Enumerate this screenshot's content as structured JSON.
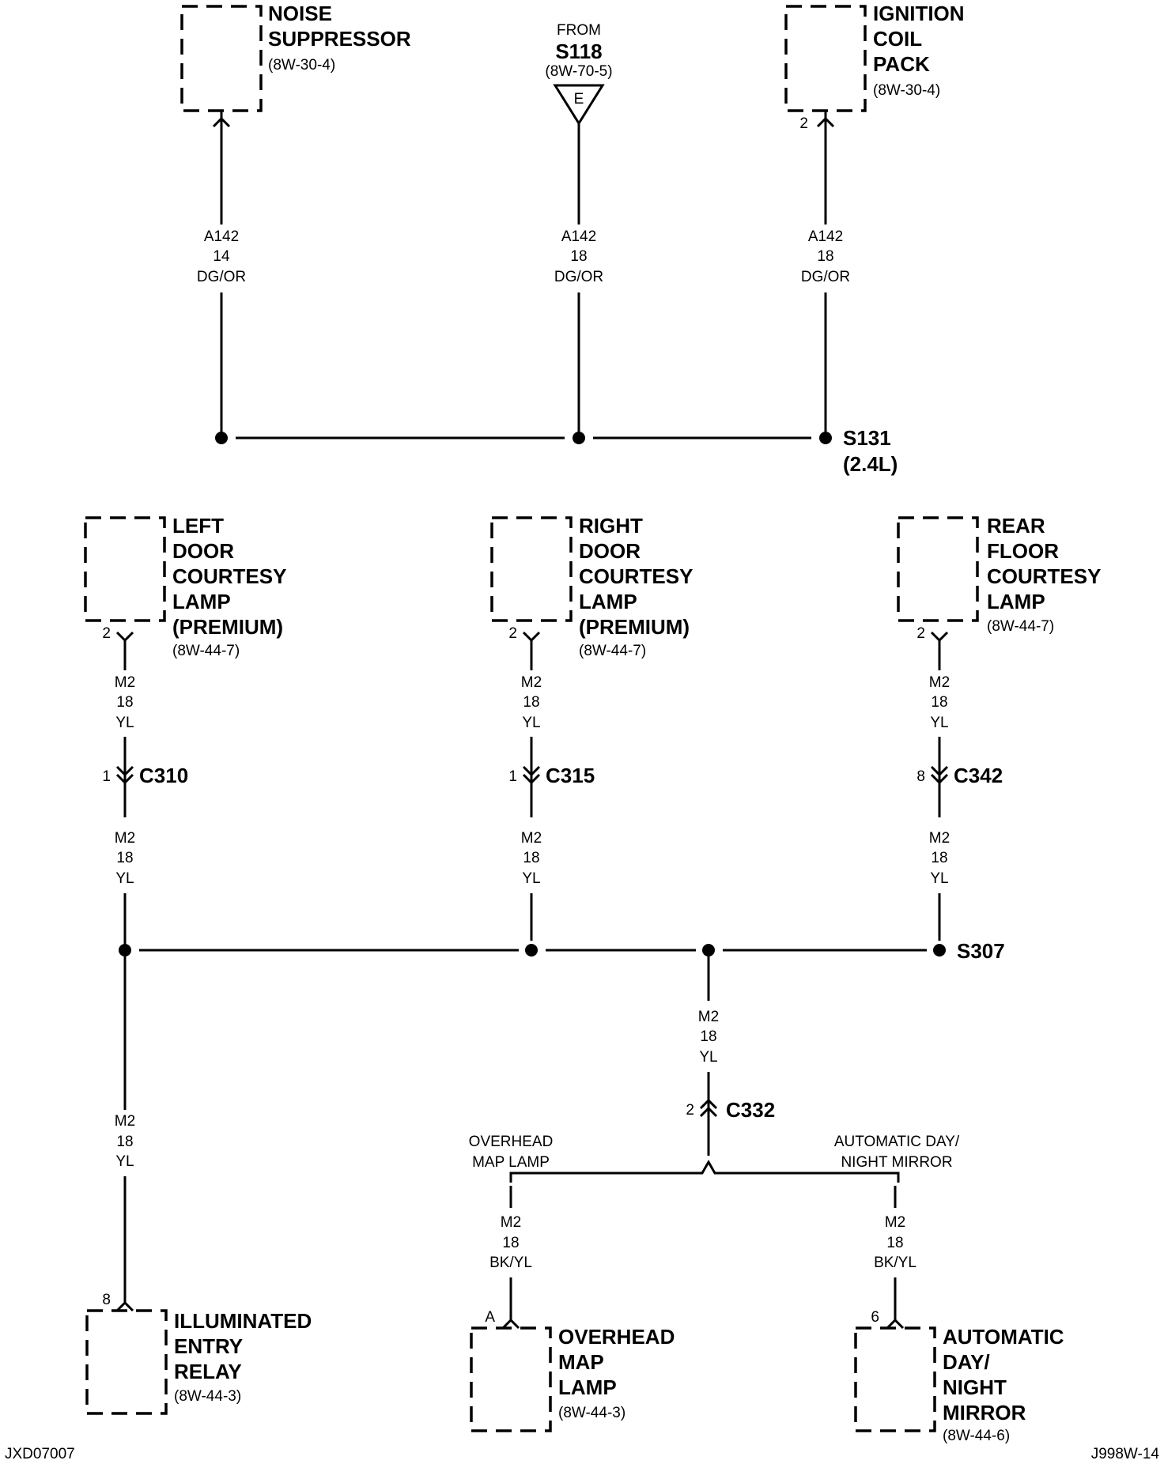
{
  "components": {
    "noise_suppressor": {
      "lines": [
        "NOISE",
        "SUPPRESSOR"
      ],
      "ref": "(8W-30-4)"
    },
    "ignition_coil_pack": {
      "lines": [
        "IGNITION",
        "COIL",
        "PACK"
      ],
      "ref": "(8W-30-4)",
      "pin": "2"
    },
    "left_door_lamp": {
      "lines": [
        "LEFT",
        "DOOR",
        "COURTESY",
        "LAMP",
        "(PREMIUM)"
      ],
      "ref": "(8W-44-7)",
      "pin": "2"
    },
    "right_door_lamp": {
      "lines": [
        "RIGHT",
        "DOOR",
        "COURTESY",
        "LAMP",
        "(PREMIUM)"
      ],
      "ref": "(8W-44-7)",
      "pin": "2"
    },
    "rear_floor_lamp": {
      "lines": [
        "REAR",
        "FLOOR",
        "COURTESY",
        "LAMP"
      ],
      "ref": "(8W-44-7)",
      "pin": "2"
    },
    "illuminated_entry_relay": {
      "lines": [
        "ILLUMINATED",
        "ENTRY",
        "RELAY"
      ],
      "ref": "(8W-44-3)",
      "pin": "8"
    },
    "overhead_map_lamp": {
      "lines": [
        "OVERHEAD",
        "MAP",
        "LAMP"
      ],
      "ref": "(8W-44-3)",
      "pin": "A"
    },
    "auto_day_night_mirror": {
      "lines": [
        "AUTOMATIC",
        "DAY/",
        "NIGHT",
        "MIRROR"
      ],
      "ref": "(8W-44-6)",
      "pin": "6"
    }
  },
  "from_s118": {
    "from": "FROM",
    "splice": "S118",
    "ref": "(8W-70-5)",
    "symbol": "E"
  },
  "wires": {
    "w1": [
      "A142",
      "14",
      "DG/OR"
    ],
    "w2": [
      "A142",
      "18",
      "DG/OR"
    ],
    "w3": [
      "A142",
      "18",
      "DG/OR"
    ],
    "m2": [
      "M2",
      "18",
      "YL"
    ],
    "m2bk": [
      "M2",
      "18",
      "BK/YL"
    ]
  },
  "connectors": {
    "c310": {
      "name": "C310",
      "pin": "1"
    },
    "c315": {
      "name": "C315",
      "pin": "1"
    },
    "c342": {
      "name": "C342",
      "pin": "8"
    },
    "c332": {
      "name": "C332",
      "pin": "2"
    }
  },
  "splices": {
    "s131": [
      "S131",
      "(2.4L)"
    ],
    "s307": "S307"
  },
  "branches": {
    "left": [
      "OVERHEAD",
      "MAP LAMP"
    ],
    "right": [
      "AUTOMATIC DAY/",
      "NIGHT MIRROR"
    ]
  },
  "footer": {
    "left": "JXD07007",
    "right": "J998W-14"
  }
}
